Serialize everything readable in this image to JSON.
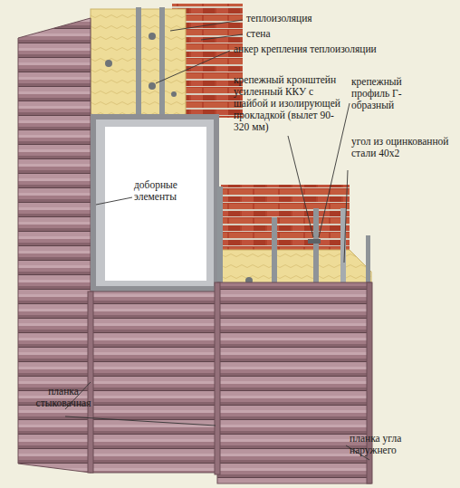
{
  "diagram": {
    "labels": [
      "теплоизоляция",
      "стена",
      "анкер крепления теплоизоляции",
      "крепежный кронштейн усиленный ККУ с шайбой и изолирующей прокладкой (вылет 90-320 мм)",
      "крепежный профиль Г-образный",
      "доборные элементы",
      "угол из оцинкованной стали 40х2",
      "планка стыковачная",
      "планка угла наружнего"
    ]
  }
}
